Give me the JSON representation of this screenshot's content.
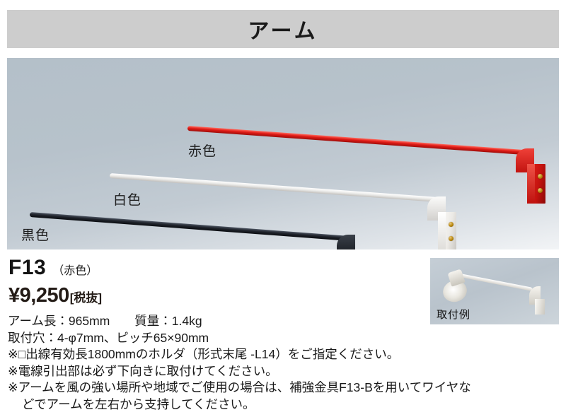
{
  "header": {
    "title": "アーム"
  },
  "photo": {
    "labels": [
      {
        "name": "red",
        "text": "赤色"
      },
      {
        "name": "white",
        "text": "白色"
      },
      {
        "name": "black",
        "text": "黒色"
      }
    ],
    "colors": {
      "red": "#e01b16",
      "white": "#ececea",
      "black": "#20242c",
      "background": "#b7c2cb"
    }
  },
  "product": {
    "model_code": "F13",
    "model_color": "（赤色）",
    "price_value": "¥9,250",
    "price_tax_label": "[税抜]"
  },
  "specs": {
    "lines": [
      "アーム長：965mm　　質量：1.4kg",
      "取付穴：4-φ7mm、ピッチ65×90mm",
      "※□出線有効長1800mmのホルダ（形式末尾 -L14）をご指定ください。",
      "※電線引出部は必ず下向きに取付けてください。",
      "※アームを風の強い場所や地域でご使用の場合は、補強金具F13-Bを用いてワイヤな",
      "どでアームを左右から支持してください。"
    ]
  },
  "inset": {
    "caption": "取付例"
  }
}
